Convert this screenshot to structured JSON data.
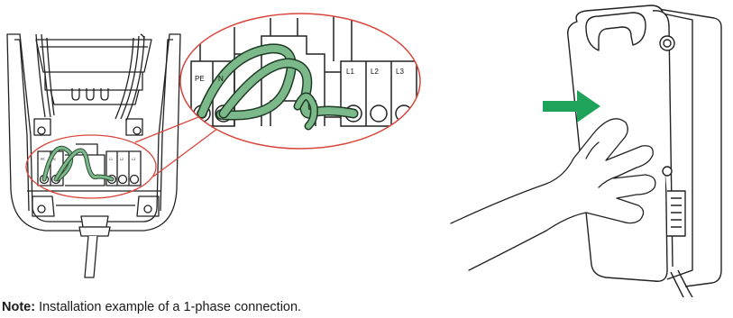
{
  "caption": {
    "prefix": "Note:",
    "text": "Installation example of a 1-phase connection."
  },
  "terminal_labels": {
    "pe": "PE",
    "n": "N",
    "l1": "L1",
    "l2": "L2",
    "l3": "L3"
  },
  "colors": {
    "wire": "#7bb98a",
    "arrow": "#1fa35a",
    "magnifier": "#d9453b"
  }
}
